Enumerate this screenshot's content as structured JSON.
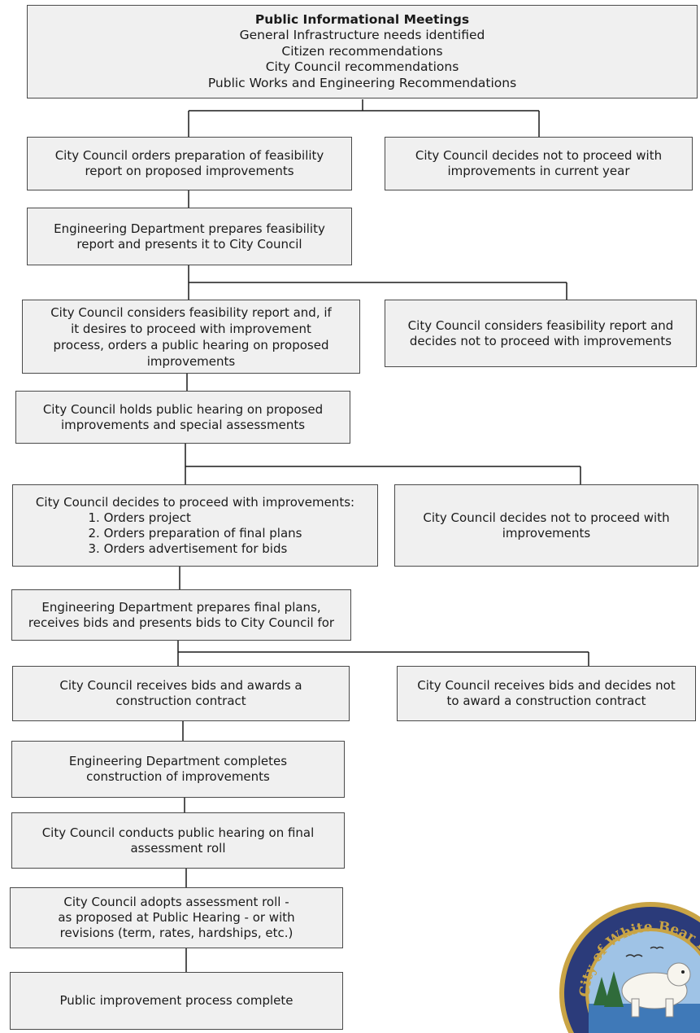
{
  "top": {
    "title": "Public Informational Meetings",
    "lines": [
      "General Infrastructure needs identified",
      "Citizen recommendations",
      "City Council recommendations",
      "Public Works and Engineering Recommendations"
    ]
  },
  "step1": {
    "left": [
      "City Council orders preparation of feasibility",
      "report on proposed improvements"
    ],
    "right": [
      "City Council decides not to proceed with",
      "improvements in current year"
    ]
  },
  "step2": {
    "main": [
      "Engineering Department prepares feasibility",
      "report and presents it to City Council"
    ]
  },
  "step3": {
    "left": [
      "City Council considers feasibility report and, if",
      "it desires to proceed with improvement",
      "process, orders a public hearing on proposed",
      "improvements"
    ],
    "right": [
      "City Council considers feasibility report and",
      "decides not to proceed with improvements"
    ]
  },
  "step4": {
    "main": [
      "City Council holds public hearing on proposed",
      "improvements and special assessments"
    ]
  },
  "step5": {
    "left_title": "City Council decides to proceed with improvements:",
    "left_items": [
      "1.  Orders project",
      "2.  Orders preparation of final plans",
      "3.  Orders advertisement for bids"
    ],
    "right": [
      "City Council decides not to proceed with",
      "improvements"
    ]
  },
  "step6": {
    "main": [
      "Engineering Department prepares final plans,",
      "receives bids and presents bids to City Council for"
    ]
  },
  "step7": {
    "left": [
      "City Council receives bids and awards a",
      "construction contract"
    ],
    "right": [
      "City Council receives bids and decides not",
      "to award a construction contract"
    ]
  },
  "step8": {
    "main": [
      "Engineering Department completes",
      "construction of improvements"
    ]
  },
  "step9": {
    "main": [
      "City Council conducts public hearing on final",
      "assessment roll"
    ]
  },
  "step10": {
    "main": [
      "City Council adopts assessment roll -",
      "as proposed at Public Hearing - or with",
      "revisions (term, rates, hardships, etc.)"
    ]
  },
  "step11": {
    "main": [
      "Public improvement process complete"
    ]
  },
  "seal": {
    "text": "City of White Bear Lake Minnesota",
    "colors": {
      "ring": "#2b3b7a",
      "gold": "#c9a445",
      "sky": "#9fc3e6",
      "water": "#3f79b8",
      "trees": "#2f6b3a"
    }
  }
}
